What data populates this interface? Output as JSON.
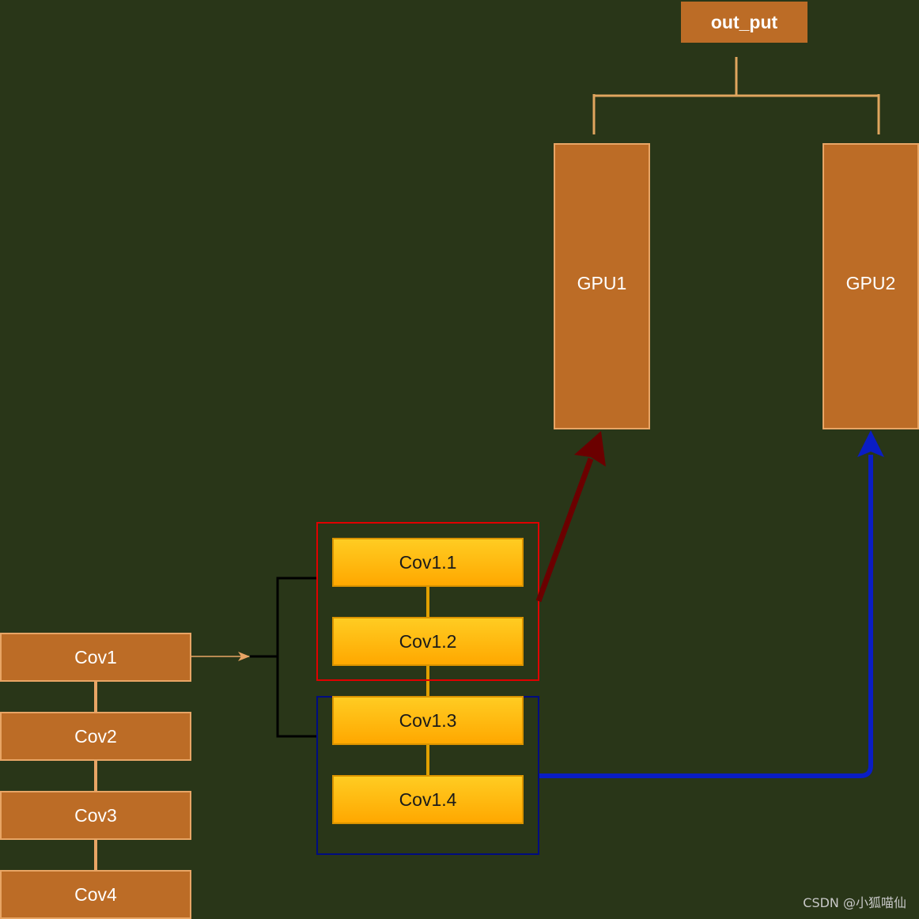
{
  "nodes": {
    "output": "out_put",
    "gpu1": "GPU1",
    "gpu2": "GPU2",
    "cov1": "Cov1",
    "cov2": "Cov2",
    "cov3": "Cov3",
    "cov4": "Cov4",
    "cov1_1": "Cov1.1",
    "cov1_2": "Cov1.2",
    "cov1_3": "Cov1.3",
    "cov1_4": "Cov1.4"
  },
  "watermark": "CSDN @小狐喵仙",
  "colors": {
    "background": "#293618",
    "brown_fill": "#bc6c26",
    "brown_border": "#e8a565",
    "yellow_fill": "#ffb500",
    "red_group": "#e00000",
    "blue_group": "#000c80",
    "red_arrow": "#6b0000",
    "blue_arrow": "#0a1dc4",
    "connector": "#d9a04d",
    "stem": "#e0a000"
  }
}
